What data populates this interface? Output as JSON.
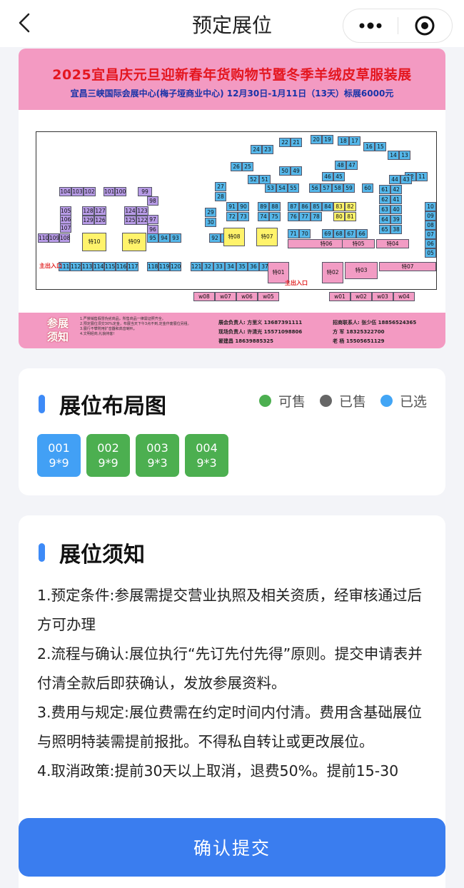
{
  "nav": {
    "title": "预定展位"
  },
  "poster": {
    "title": "2025宜昌庆元旦迎新春年货购物节暨冬季羊绒皮草服装展",
    "subtitle": "宜昌三峡国际会展中心(梅子垭商业中心)  12月30日-1月11日（13天）标展6000元",
    "entrance1": "主出入口",
    "entrance2": "主出入口",
    "footer_label_1": "参展",
    "footer_label_2": "须知",
    "rules": [
      "1.严禁销售假冒伪劣商品，所售商品一律需证照齐全。",
      "2.预定展位须交30%定金，布展当天下午3点不到,定金作废展位另租。",
      "3.展行不攀附用扩音器和高音喇叭。",
      "4.文明经商,礼貌待客!"
    ],
    "contacts": [
      "展会负责人: 方里义  13687391111",
      "现场负责人: 许清光  15571098806",
      "        翟建昌  18639885325"
    ],
    "contacts2": [
      "招商联系人: 张少伍  18856524365",
      "        方  军  18325322700",
      "        老  杨  15505651129"
    ]
  },
  "layout": {
    "title": "展位布局图",
    "legend": [
      {
        "label": "可售",
        "color": "#4caf50"
      },
      {
        "label": "已售",
        "color": "#666666"
      },
      {
        "label": "已选",
        "color": "#42a5f5"
      }
    ],
    "booths": [
      {
        "id": "001",
        "size": "9*9",
        "status": "selected",
        "color": "#42a0f5"
      },
      {
        "id": "002",
        "size": "9*9",
        "status": "available",
        "color": "#4caf50"
      },
      {
        "id": "003",
        "size": "9*3",
        "status": "available",
        "color": "#4caf50"
      },
      {
        "id": "004",
        "size": "9*3",
        "status": "available",
        "color": "#4caf50"
      }
    ]
  },
  "notice": {
    "title": "展位须知",
    "lines": [
      "1.预定条件:参展需提交营业执照及相关资质，经审核通过后方可办理",
      "2.流程与确认:展位执行“先订先付先得”原则。提交申请表并付清全款后即获确认，发放参展资料。",
      "3.费用与规定:展位费需在约定时间内付清。费用含基础展位与照明特装需提前报批。不得私自转让或更改展位。",
      "4.取消政策:提前30天以上取消，退费50%。提前15-30"
    ]
  },
  "submit": {
    "label": "确认提交"
  }
}
